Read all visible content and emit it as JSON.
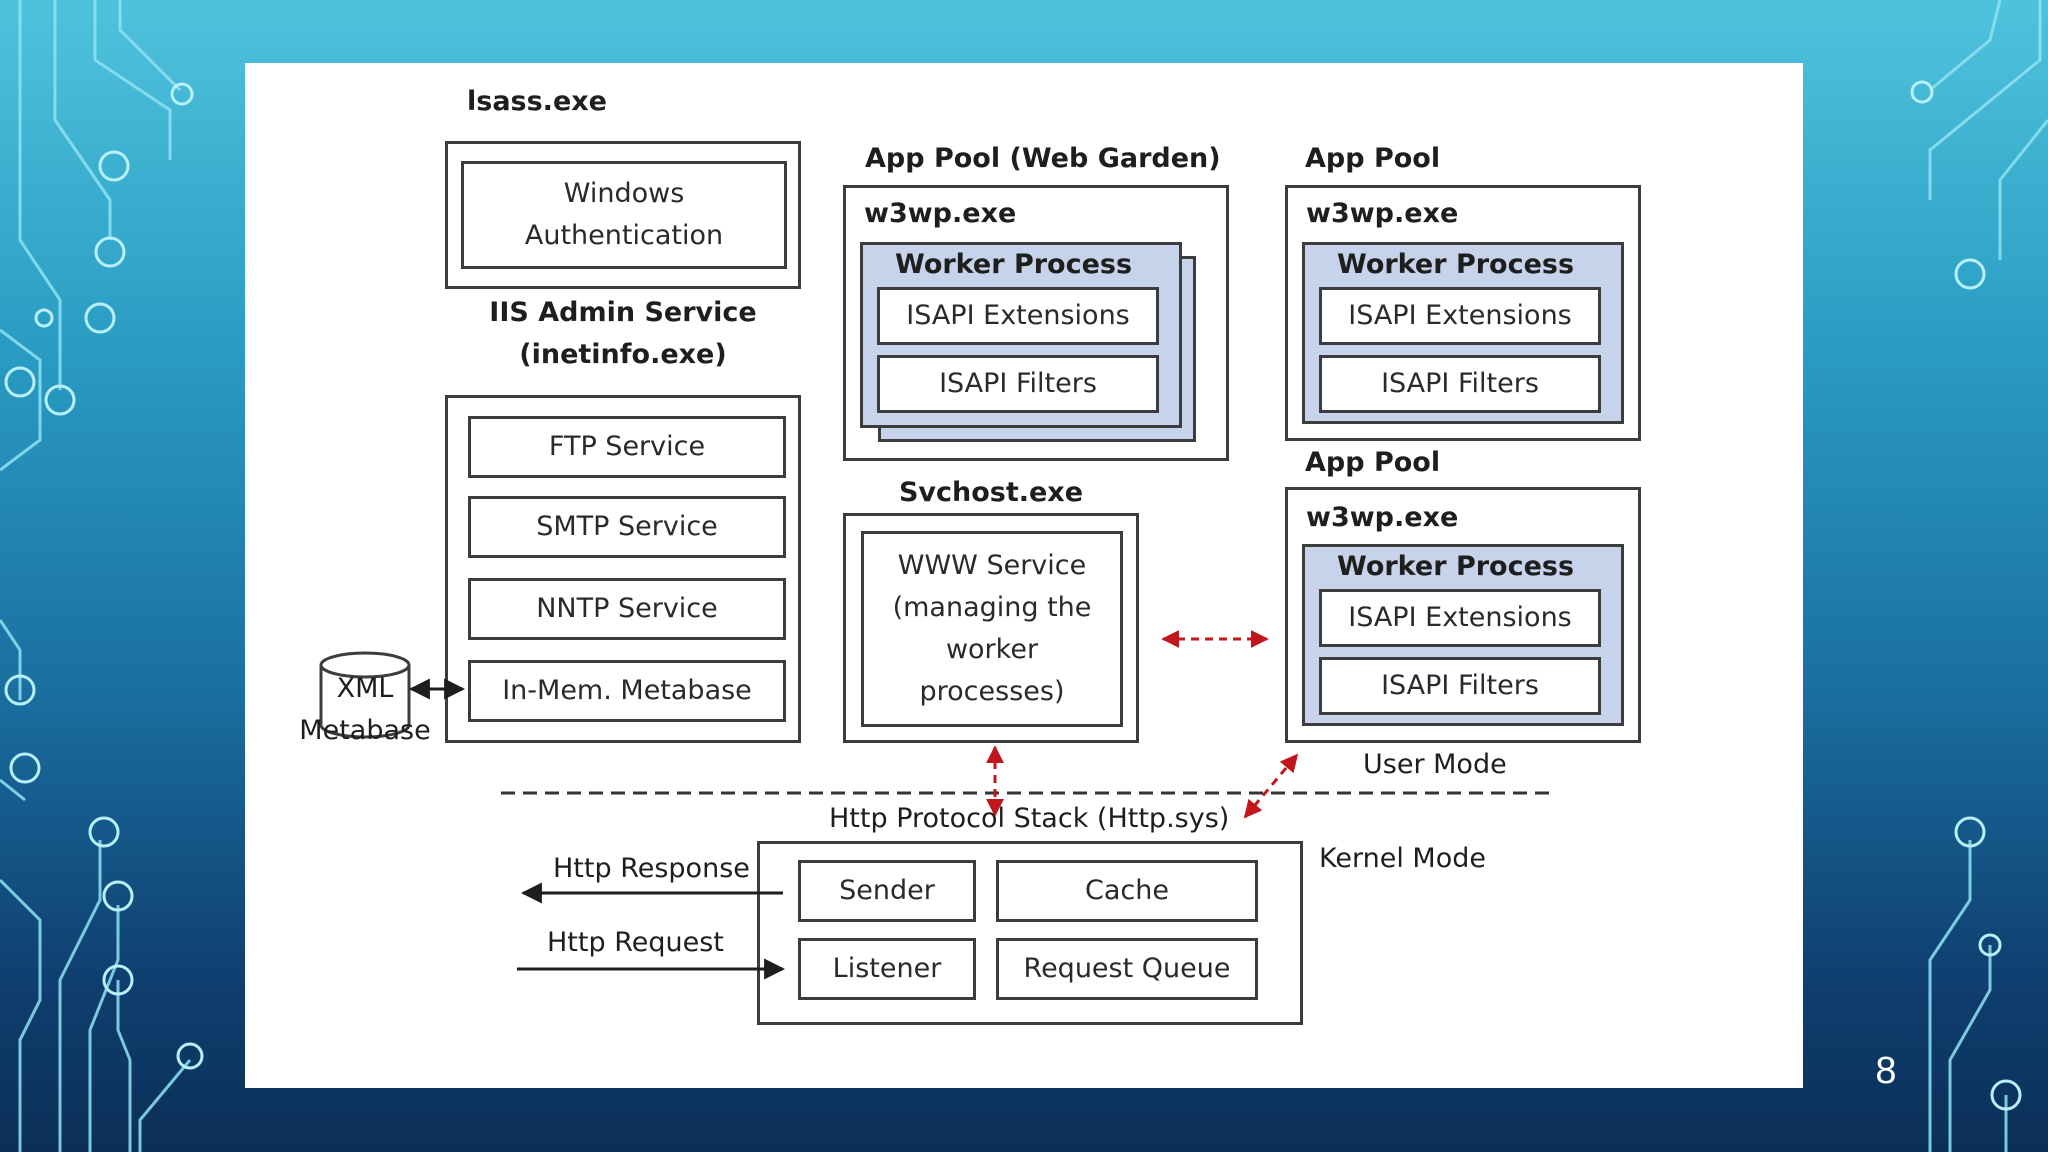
{
  "slide": {
    "page_number": "8"
  },
  "lsass": {
    "title": "lsass.exe",
    "windows_auth": "Windows Authentication"
  },
  "iis_admin": {
    "title_line1": "IIS Admin Service",
    "title_line2": "(inetinfo.exe)",
    "services": [
      "FTP Service",
      "SMTP Service",
      "NNTP Service",
      "In-Mem. Metabase"
    ]
  },
  "metabase": {
    "cylinder_label": "XML",
    "caption": "Metabase"
  },
  "app_pool_garden": {
    "title": "App Pool (Web Garden)",
    "process": "w3wp.exe",
    "worker": "Worker Process",
    "ext": "ISAPI Extensions",
    "filters": "ISAPI Filters"
  },
  "app_pool_1": {
    "title": "App Pool",
    "process": "w3wp.exe",
    "worker": "Worker Process",
    "ext": "ISAPI Extensions",
    "filters": "ISAPI Filters"
  },
  "app_pool_2": {
    "title": "App Pool",
    "process": "w3wp.exe",
    "worker": "Worker Process",
    "ext": "ISAPI Extensions",
    "filters": "ISAPI Filters"
  },
  "svchost": {
    "title": "Svchost.exe",
    "www_line1": "WWW Service",
    "www_line2": "(managing the",
    "www_line3": "worker",
    "www_line4": "processes)"
  },
  "modes": {
    "user": "User Mode",
    "kernel": "Kernel Mode"
  },
  "http_sys": {
    "title": "Http Protocol Stack (Http.sys)",
    "sender": "Sender",
    "cache": "Cache",
    "listener": "Listener",
    "request_queue": "Request Queue"
  },
  "flows": {
    "response": "Http Response",
    "request": "Http Request"
  },
  "colors": {
    "worker_fill": "#c6d3ea",
    "border": "#3c3c3c",
    "accent_arrow": "#c0161c",
    "dashed_line": "#333333"
  }
}
